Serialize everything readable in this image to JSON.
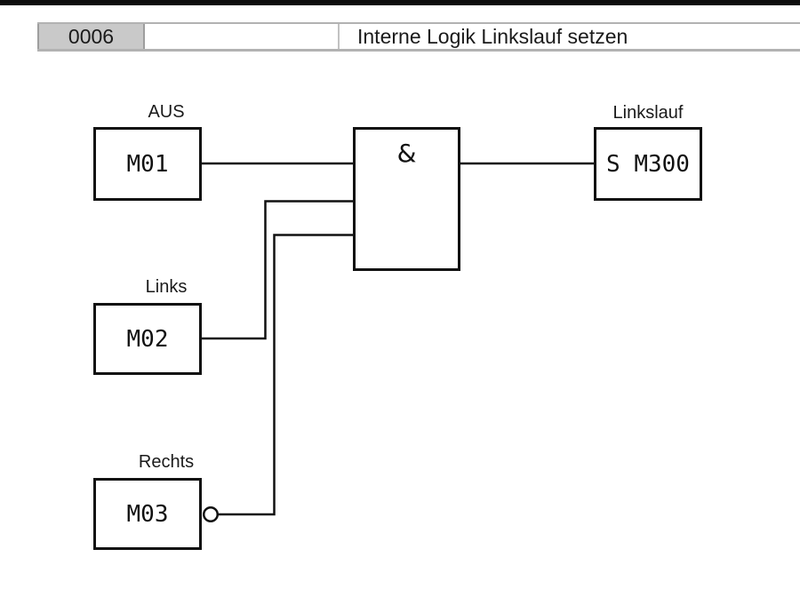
{
  "header": {
    "network_number": "0006",
    "comment": "",
    "title": "Interne Logik Linkslauf setzen"
  },
  "diagram": {
    "gate": {
      "symbol": "&",
      "type": "AND"
    },
    "inputs": [
      {
        "id": "M01",
        "label": "AUS",
        "negated": false
      },
      {
        "id": "M02",
        "label": "Links",
        "negated": false
      },
      {
        "id": "M03",
        "label": "Rechts",
        "negated": true
      }
    ],
    "output": {
      "id": "S M300",
      "label": "Linkslauf"
    }
  },
  "colors": {
    "line": "#111111",
    "header_fill": "#c9c9c9",
    "header_border": "#9e9e9e",
    "text": "#1a1a1a",
    "background": "#ffffff"
  }
}
